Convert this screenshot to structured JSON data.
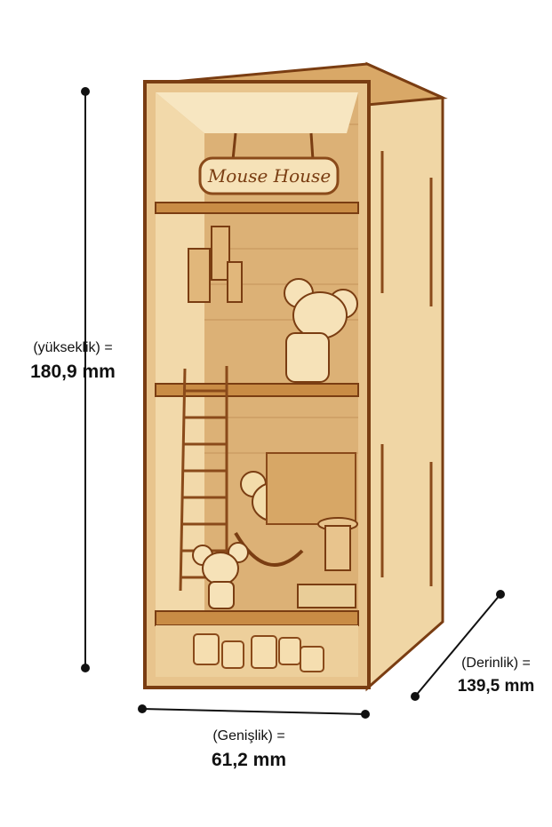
{
  "product": {
    "sign_text": "Mouse House"
  },
  "dimensions": {
    "height": {
      "label": "(yükseklik) =",
      "value": "180,9 mm"
    },
    "width": {
      "label": "(Genişlik) =",
      "value": "61,2 mm"
    },
    "depth": {
      "label": "(Derinlik) =",
      "value": "139,5 mm"
    }
  },
  "colors": {
    "wood_light": "#f3ddb0",
    "wood_mid": "#e6c48a",
    "wood_dark": "#a8672a",
    "edge_burn": "#7a3d12",
    "interior_shadow": "#c99a5c"
  }
}
